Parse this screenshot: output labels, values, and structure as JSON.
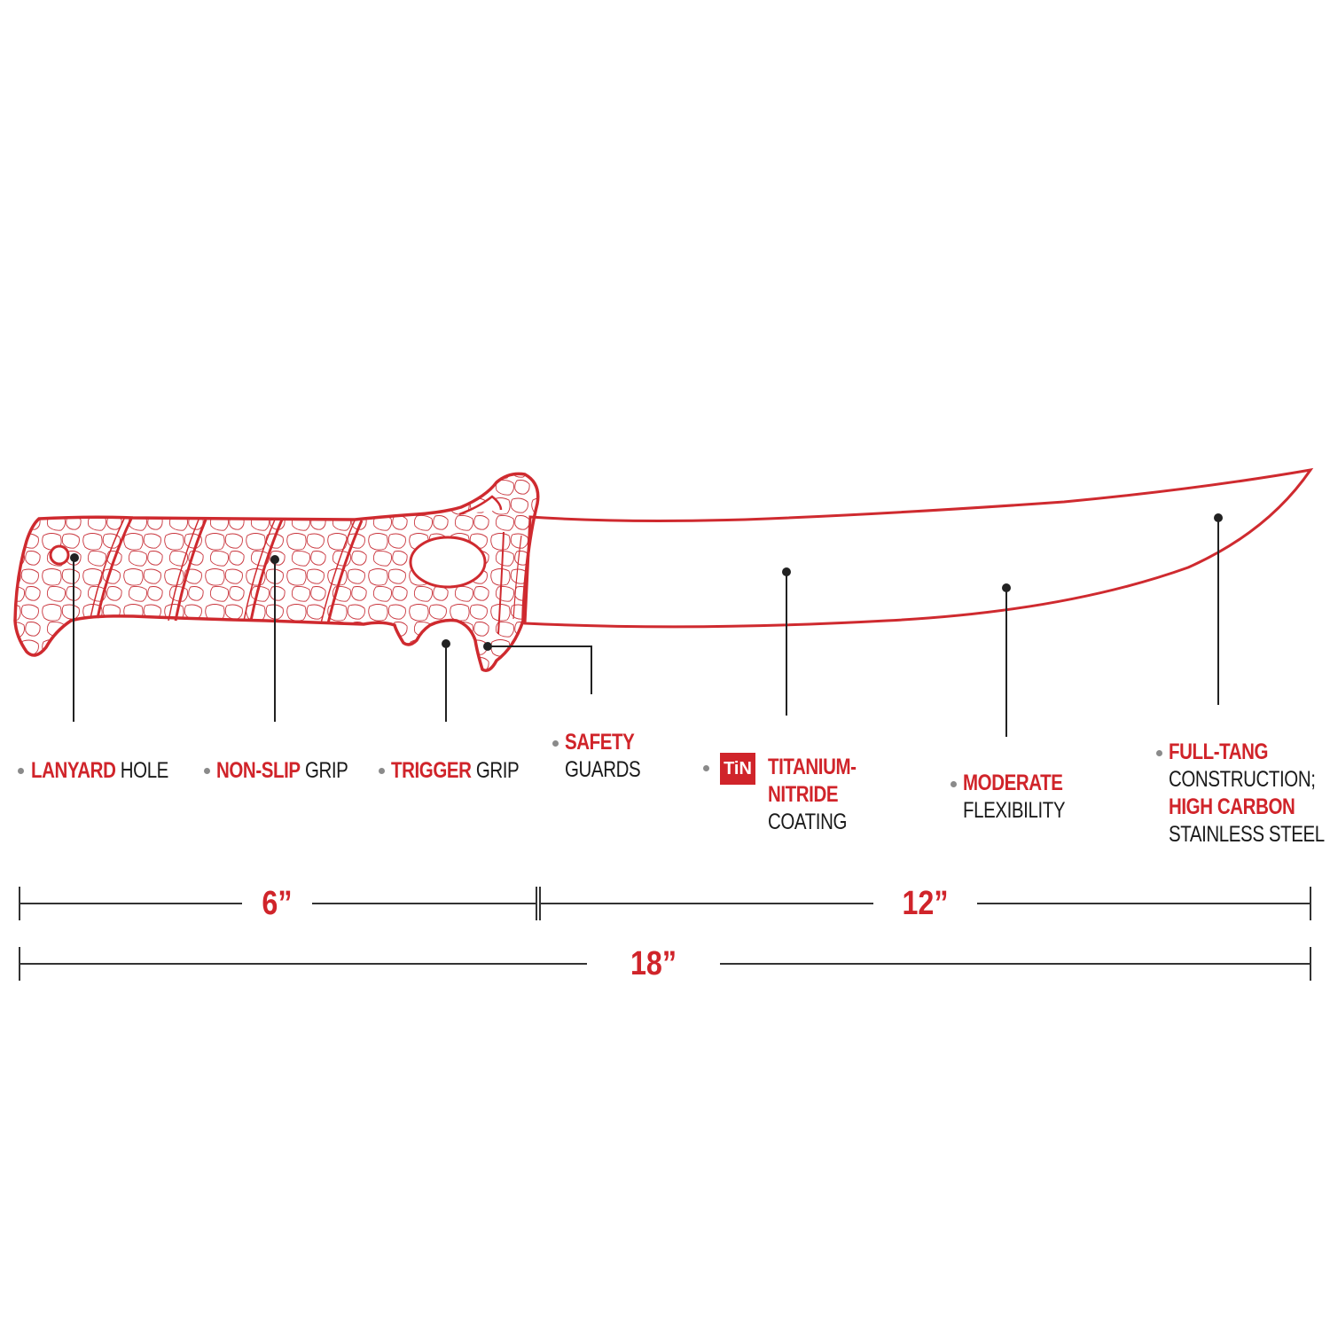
{
  "colors": {
    "accent_red": "#d0242a",
    "text_black": "#1a1a1a",
    "bullet_gray": "#8a8a8a",
    "leader_line": "#222222",
    "background": "#ffffff"
  },
  "callouts": [
    {
      "id": "lanyard",
      "highlight": "LANYARD",
      "rest": "HOLE"
    },
    {
      "id": "nonslip",
      "highlight": "NON-SLIP",
      "rest": "GRIP"
    },
    {
      "id": "trigger",
      "highlight": "TRIGGER",
      "rest": "GRIP"
    },
    {
      "id": "safety",
      "highlight": "SAFETY",
      "rest": "GUARDS"
    },
    {
      "id": "coating",
      "badge": "TiN",
      "highlight_line1": "TITANIUM-",
      "highlight_line2": "NITRIDE",
      "rest": "COATING"
    },
    {
      "id": "flex",
      "highlight": "MODERATE",
      "rest": "FLEXIBILITY"
    },
    {
      "id": "tang",
      "highlight1": "FULL-TANG",
      "rest1": "CONSTRUCTION;",
      "highlight2": "HIGH CARBON",
      "rest2": "STAINLESS STEEL"
    }
  ],
  "dimensions": {
    "handle": "6”",
    "blade": "12”",
    "overall": "18”"
  }
}
